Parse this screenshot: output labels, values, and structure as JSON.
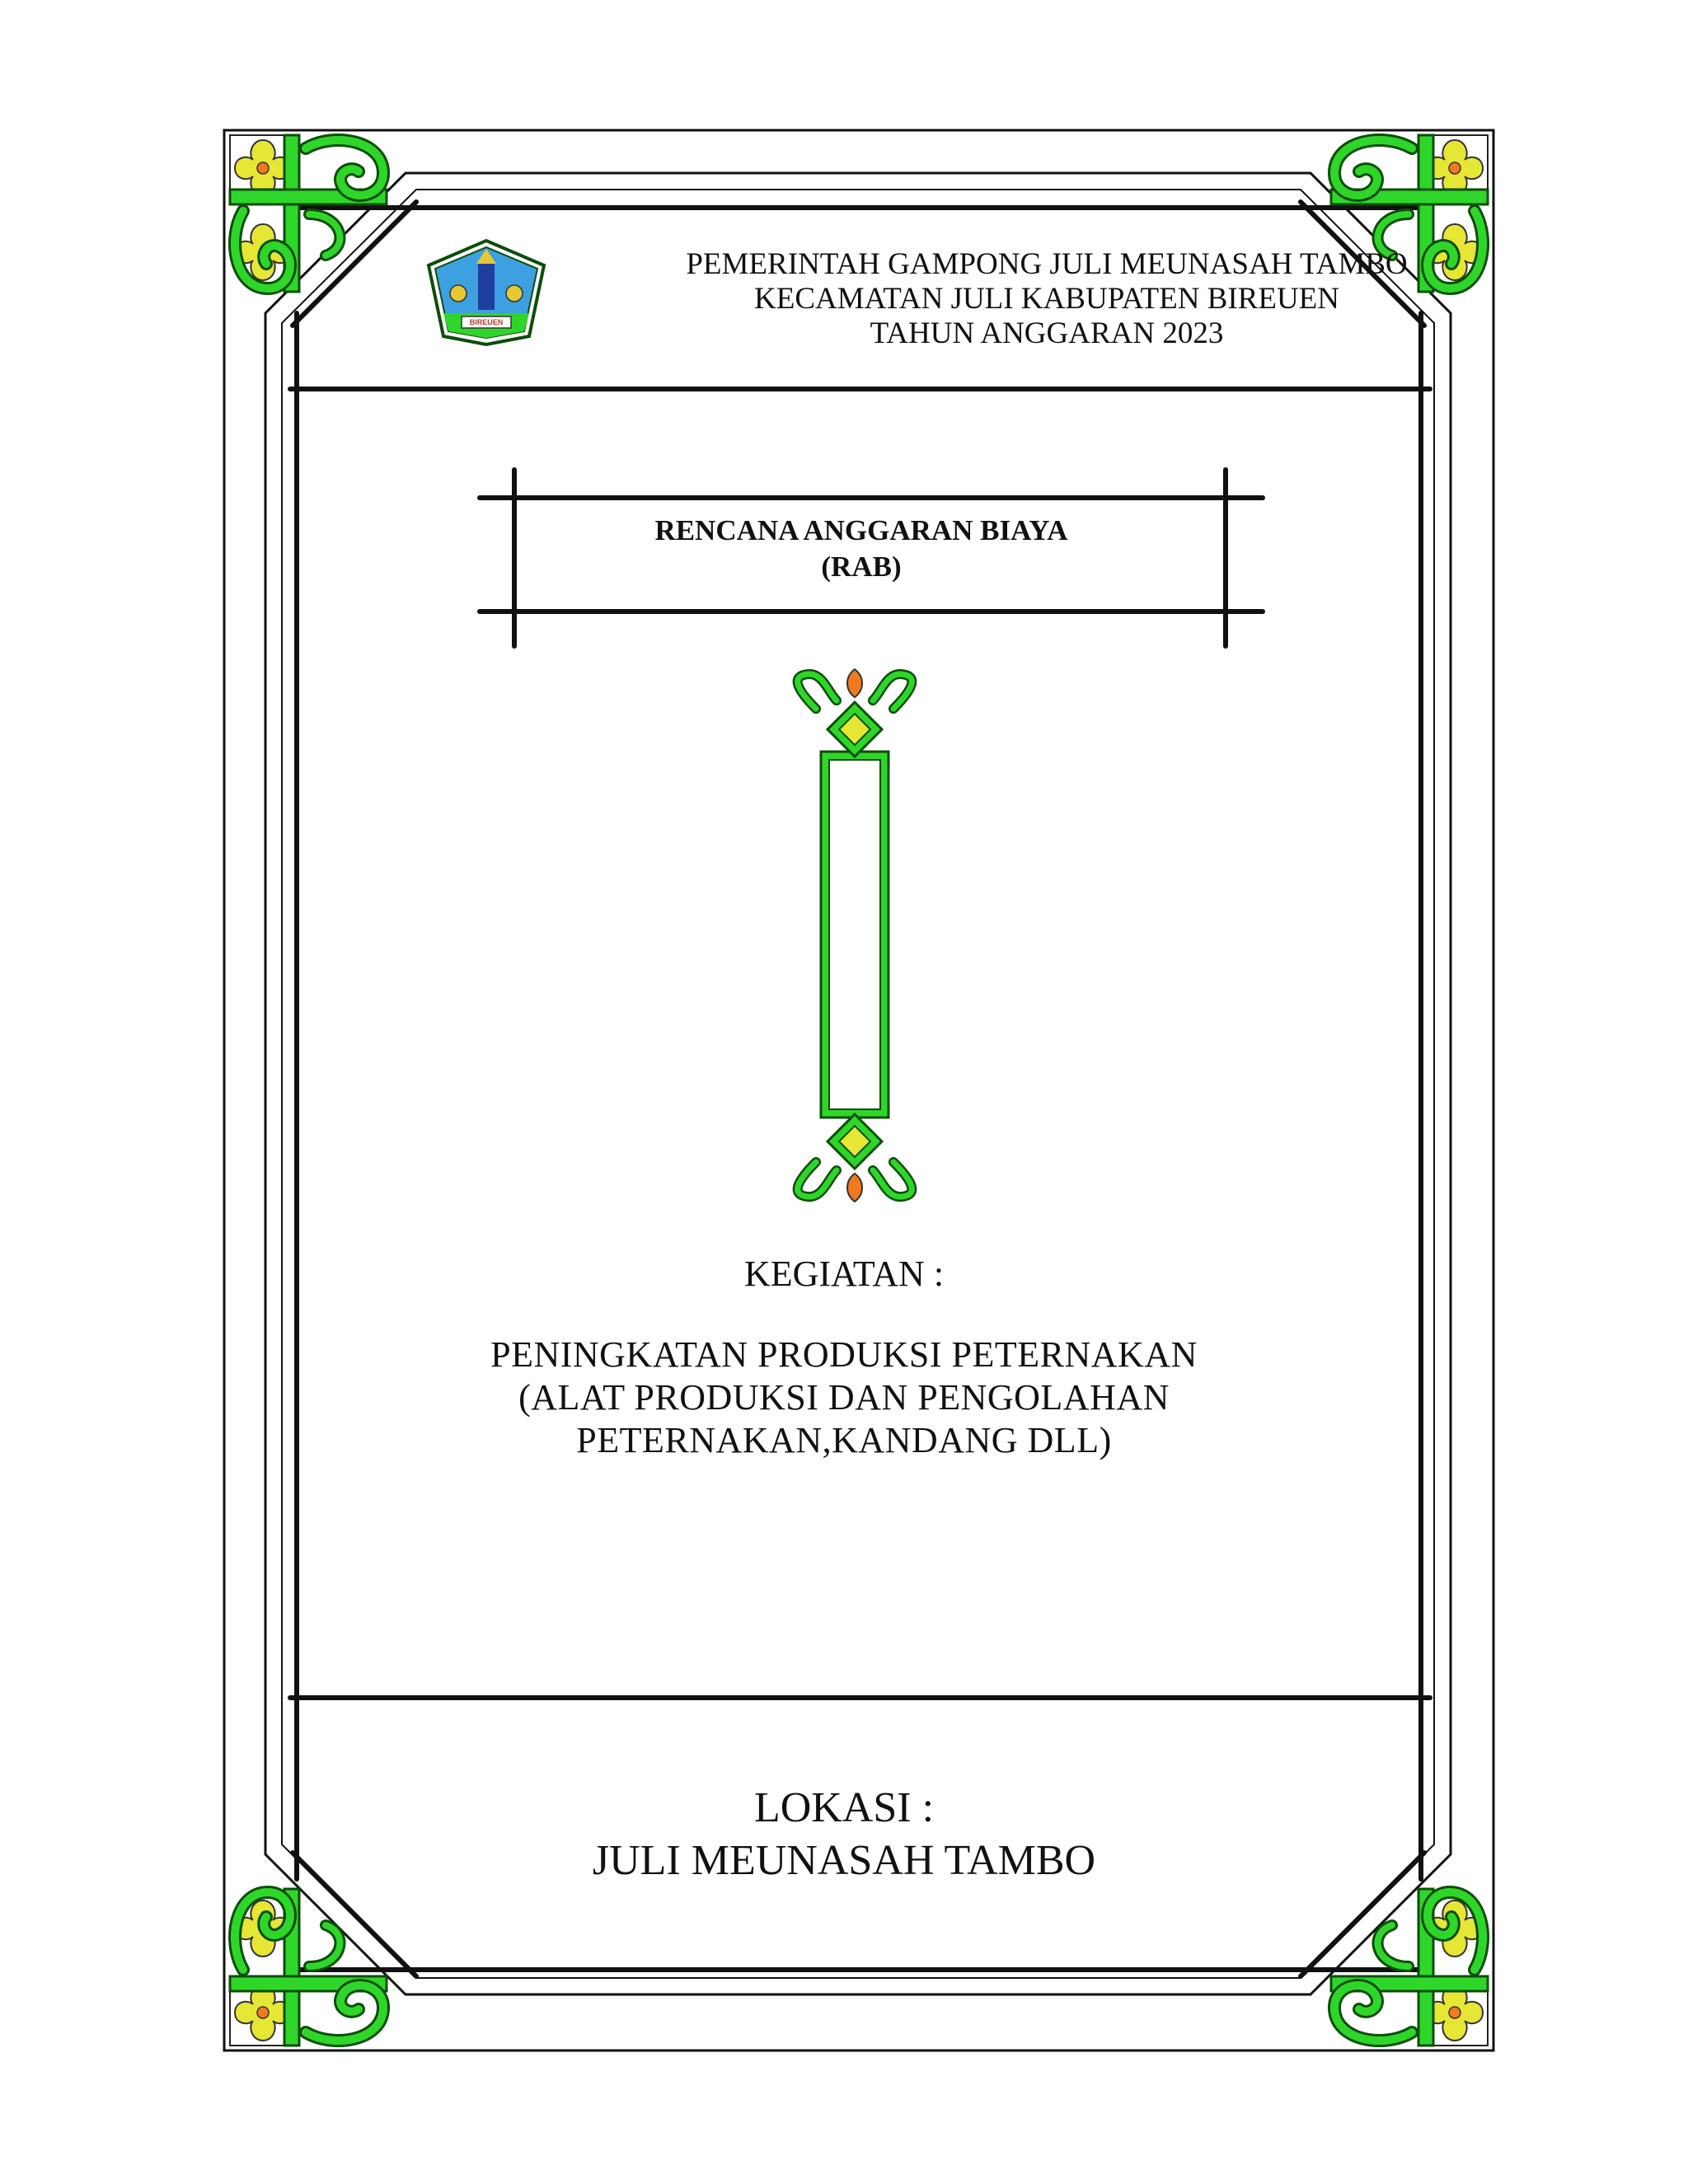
{
  "header": {
    "lines": [
      "PEMERINTAH GAMPONG JULI MEUNASAH TAMBO",
      "KECAMATAN JULI KABUPATEN BIREUEN",
      "TAHUN ANGGARAN 2023"
    ],
    "emblem_text": "BIREUEN"
  },
  "title": {
    "lines": [
      "RENCANA ANGGARAN BIAYA",
      "(RAB)"
    ]
  },
  "kegiatan": {
    "label": "KEGIATAN :",
    "lines": [
      "PENINGKATAN PRODUKSI PETERNAKAN",
      "(ALAT PRODUKSI DAN PENGOLAHAN",
      "PETERNAKAN,KANDANG DLL)"
    ]
  },
  "lokasi": {
    "lines": [
      "LOKASI :",
      "JULI MEUNASAH TAMBO"
    ]
  },
  "colors": {
    "ornament_green": "#2fd62a",
    "ornament_dark": "#0d4d0a",
    "flower_yellow": "#e6e634",
    "flower_orange": "#f07a20",
    "line": "#111111"
  }
}
